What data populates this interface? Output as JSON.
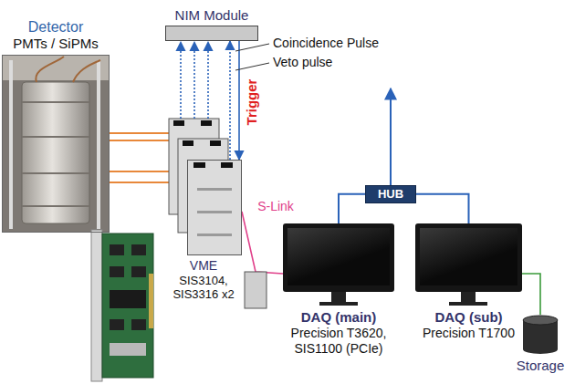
{
  "diagram": {
    "nodes": [
      {
        "text": [
          "NIM Module"
        ]
      },
      {
        "text": [
          "Detector",
          "PMTs / SiPMs"
        ]
      },
      {
        "text": [
          "VME",
          "SIS3104, SIS3316 x2"
        ]
      },
      {
        "text": [
          "HUB"
        ]
      },
      {
        "text": [
          "DAQ (main)",
          "Precision T3620, SIS1100 (PCIe)"
        ]
      },
      {
        "text": [
          "DAQ (sub)",
          "Precision T1700"
        ]
      },
      {
        "text": [
          "Storage"
        ]
      }
    ],
    "edges": [
      {
        "from": 1,
        "to": 2,
        "arrow": "none"
      },
      {
        "from": 2,
        "to": 0,
        "arrow": "to"
      },
      {
        "from": 0,
        "to": 2,
        "arrow": "to",
        "label": "Trigger"
      },
      {
        "from": 2,
        "to": 4,
        "arrow": "none",
        "label": "S-Link"
      },
      {
        "from": 3,
        "to": 4,
        "arrow": "none"
      },
      {
        "from": 3,
        "to": 5,
        "arrow": "none"
      },
      {
        "from": 5,
        "to": 6,
        "arrow": "none"
      }
    ],
    "labels": [
      "Coincidence Pulse",
      "Veto pulse"
    ]
  }
}
